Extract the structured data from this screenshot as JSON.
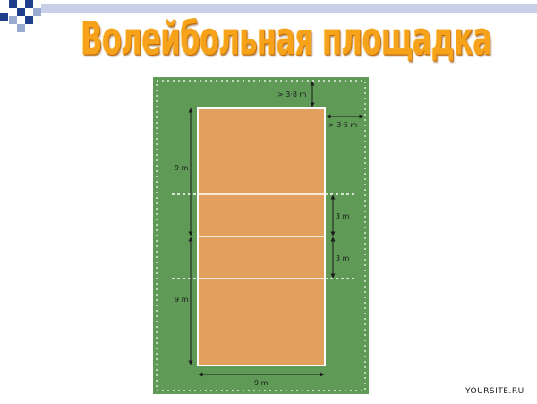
{
  "slide": {
    "title": "Волейбольная площадка"
  },
  "colors": {
    "title_orange": "#f7a21b",
    "surround_green": "#5f9a57",
    "court_orange": "#e2a05e",
    "line_white": "#ffffff",
    "deco_blue": "#1f3f8a"
  },
  "diagram": {
    "free_zone_end": "> 3·8 m",
    "free_zone_side": "> 3·5 m",
    "half_length_left_top": "9 m",
    "half_length_left_bottom": "9 m",
    "attack_zone_top": "3 m",
    "attack_zone_bottom": "3 m",
    "court_width": "9 m"
  },
  "watermark": "YOURSITE.RU"
}
